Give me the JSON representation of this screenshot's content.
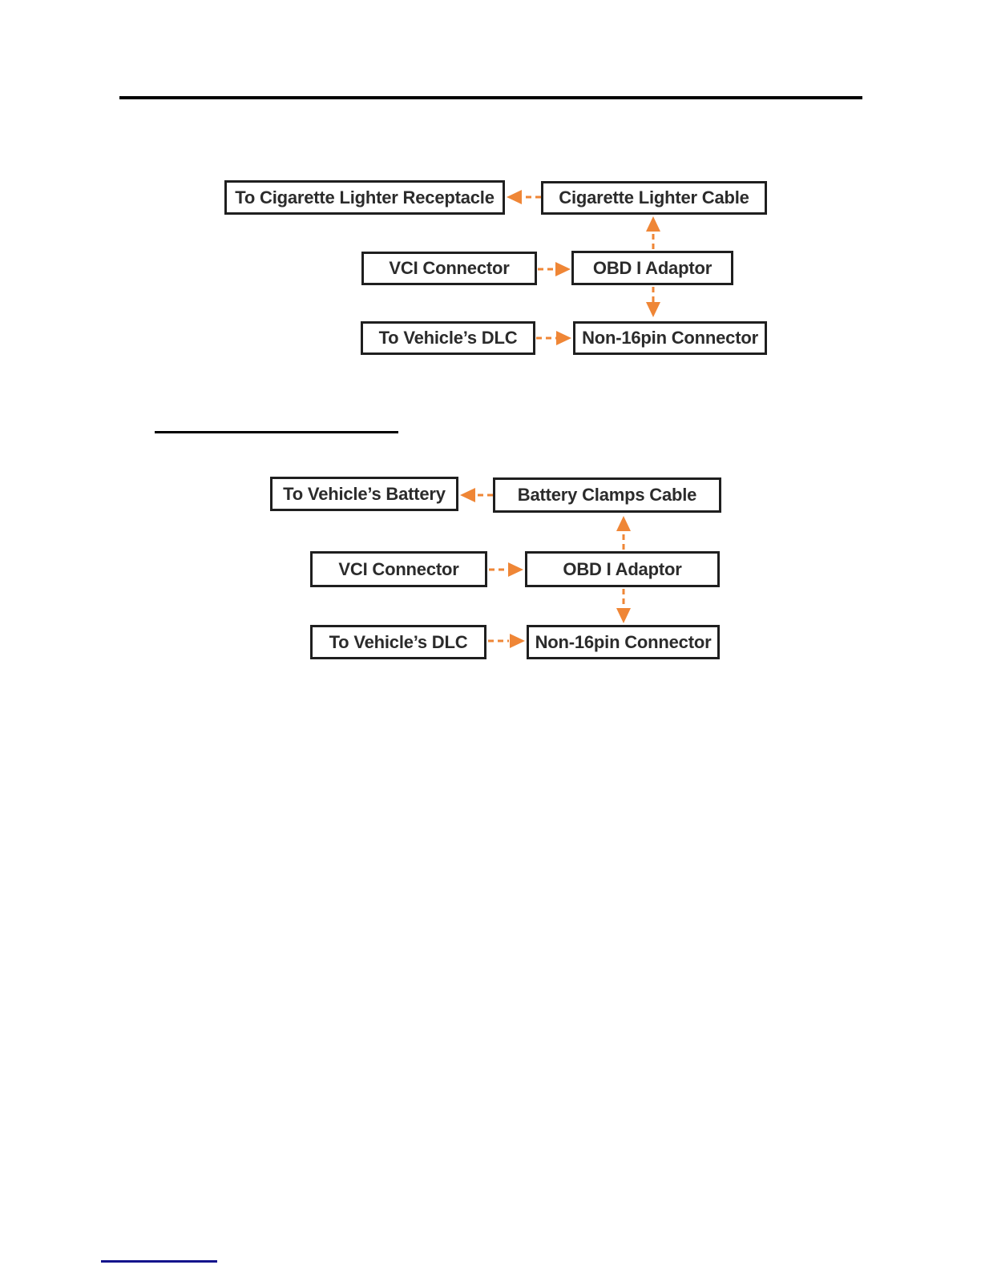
{
  "colors": {
    "arrow_orange": "#ef8636",
    "box_border": "#1f1f1f",
    "box_text": "#2b2b2b",
    "top_rule": "#000000",
    "section_rule": "#000000",
    "footer_rule": "#14148c"
  },
  "diagram_cigarette_lighter": {
    "boxes": [
      {
        "label": "To Cigarette Lighter Receptacle"
      },
      {
        "label": "Cigarette Lighter Cable"
      },
      {
        "label": "VCI Connector"
      },
      {
        "label": "OBD I Adaptor"
      },
      {
        "label": "To Vehicle’s DLC"
      },
      {
        "label": "Non-16pin Connector"
      }
    ],
    "connections": [
      {
        "from": "Cigarette Lighter Cable",
        "to": "To Cigarette Lighter Receptacle",
        "direction": "left",
        "style": "dashed-orange-arrow"
      },
      {
        "from": "OBD I Adaptor",
        "to": "Cigarette Lighter Cable",
        "direction": "up",
        "style": "dashed-orange-arrow"
      },
      {
        "from": "VCI Connector",
        "to": "OBD I Adaptor",
        "direction": "right",
        "style": "dashed-orange-arrow"
      },
      {
        "from": "OBD I Adaptor",
        "to": "Non-16pin Connector",
        "direction": "down",
        "style": "dashed-orange-arrow"
      },
      {
        "from": "To Vehicle’s DLC",
        "to": "Non-16pin Connector",
        "direction": "right",
        "style": "dashed-orange-arrow"
      }
    ]
  },
  "diagram_battery_clamps": {
    "boxes": [
      {
        "label": "To Vehicle’s Battery"
      },
      {
        "label": "Battery Clamps Cable"
      },
      {
        "label": "VCI Connector"
      },
      {
        "label": "OBD I Adaptor"
      },
      {
        "label": "To Vehicle’s DLC"
      },
      {
        "label": "Non-16pin Connector"
      }
    ],
    "connections": [
      {
        "from": "Battery Clamps Cable",
        "to": "To Vehicle’s Battery",
        "direction": "left",
        "style": "dashed-orange-arrow"
      },
      {
        "from": "OBD I Adaptor",
        "to": "Battery Clamps Cable",
        "direction": "up",
        "style": "dashed-orange-arrow"
      },
      {
        "from": "VCI Connector",
        "to": "OBD I Adaptor",
        "direction": "right",
        "style": "dashed-orange-arrow"
      },
      {
        "from": "OBD I Adaptor",
        "to": "Non-16pin Connector",
        "direction": "down",
        "style": "dashed-orange-arrow"
      },
      {
        "from": "To Vehicle’s DLC",
        "to": "Non-16pin Connector",
        "direction": "right",
        "style": "dashed-orange-arrow"
      }
    ]
  }
}
